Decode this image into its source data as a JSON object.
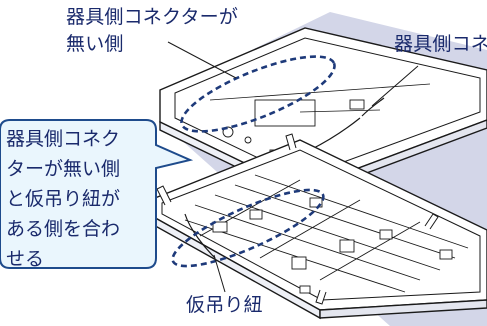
{
  "labels": {
    "top_left_line1": "器具側コネクターが",
    "top_left_line2": "無い側",
    "top_right": "器具側コネ",
    "bottom": "仮吊り紐"
  },
  "callout": {
    "lines": [
      "器具側コネク",
      "ターが無い側",
      "と仮吊り紐が",
      "ある側を合わ",
      "せる"
    ]
  },
  "colors": {
    "text": "#1a2a6c",
    "bubble_border": "#1e4b8c",
    "bubble_fill": "#eaf6fd",
    "panel_shadow": "#d3d6e8",
    "line": "#1a1a1a",
    "dash": "#1e3a7a"
  }
}
